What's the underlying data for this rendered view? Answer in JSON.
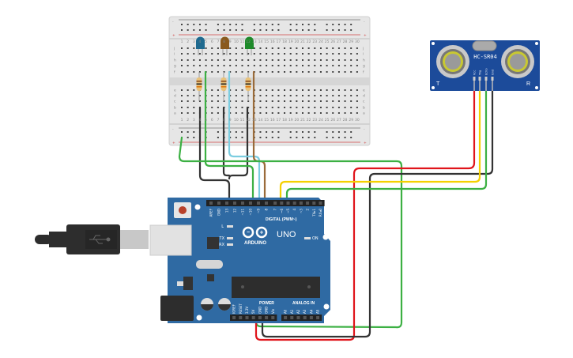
{
  "arduino": {
    "brand": "ARDUINO",
    "model": "UNO",
    "digital_label": "DIGITAL (PWM~)",
    "power_label": "POWER",
    "analog_label": "ANALOG IN",
    "on_label": "ON",
    "l_label": "L",
    "tx_label": "TX",
    "rx_label": "RX",
    "digital_pins_left": [
      "AREF",
      "GND",
      "13",
      "12",
      "~11",
      "~10",
      "~9",
      "8"
    ],
    "digital_pins_right": [
      "7",
      "~6",
      "~5",
      "4",
      "~3",
      "2",
      "TX▸1",
      "RX◂0"
    ],
    "power_pins": [
      "IOREF",
      "RESET",
      "3.3V",
      "5V",
      "GND",
      "GND",
      "Vin"
    ],
    "analog_pins": [
      "A0",
      "A1",
      "A2",
      "A3",
      "A4",
      "A5"
    ]
  },
  "sensor": {
    "model": "HC-SR04",
    "left_mark": "T",
    "right_mark": "R",
    "pins": [
      "Vcc",
      "Trig",
      "Echo",
      "Gnd"
    ]
  },
  "breadboard": {
    "rows_top": [
      "j",
      "i",
      "h",
      "g",
      "f"
    ],
    "rows_bottom": [
      "e",
      "d",
      "c",
      "b",
      "a"
    ],
    "minus": "-",
    "plus": "+",
    "columns": 30
  },
  "leds": [
    {
      "color_name": "blue",
      "color": "#1f6a8f"
    },
    {
      "color_name": "brown",
      "color": "#8a5a1e"
    },
    {
      "color_name": "green",
      "color": "#1e8a2a"
    }
  ],
  "colors": {
    "board": "#2f6aa3",
    "sensor_board": "#1c4b9a",
    "wire_red": "#e0141b",
    "wire_black": "#333333",
    "wire_green": "#3cb043",
    "wire_yellow": "#f5d000",
    "wire_blue": "#7ccde0",
    "wire_brown": "#9a6b3a"
  }
}
